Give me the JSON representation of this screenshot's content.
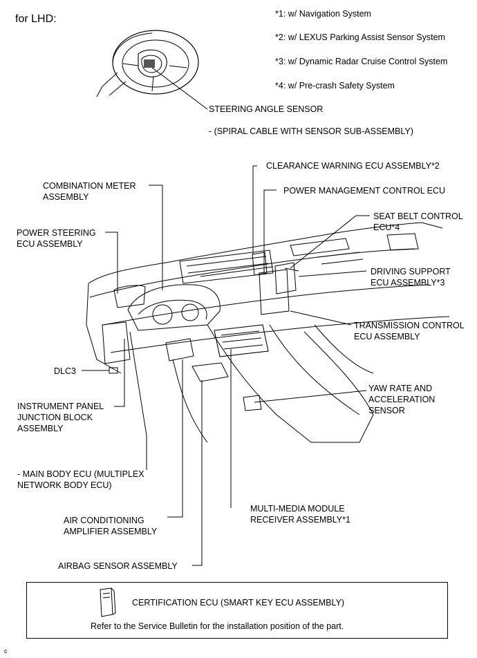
{
  "header": {
    "variant": "for LHD:",
    "notes": [
      "*1: w/ Navigation System",
      "*2: w/ LEXUS Parking Assist Sensor System",
      "*3: w/ Dynamic Radar Cruise Control System",
      "*4: w/ Pre-crash Safety System"
    ]
  },
  "labels": {
    "steering_angle_sensor": "STEERING ANGLE SENSOR",
    "spiral_cable": "- (SPIRAL CABLE WITH SENSOR SUB-ASSEMBLY)",
    "clearance_warning": "CLEARANCE WARNING ECU ASSEMBLY*2",
    "power_management": "POWER MANAGEMENT CONTROL ECU",
    "seat_belt_1": "SEAT BELT CONTROL",
    "seat_belt_2": "ECU*4",
    "combination_meter_1": "COMBINATION METER",
    "combination_meter_2": "ASSEMBLY",
    "power_steering_1": "POWER STEERING",
    "power_steering_2": "ECU ASSEMBLY",
    "driving_support_1": "DRIVING SUPPORT",
    "driving_support_2": "ECU ASSEMBLY*3",
    "transmission_1": "TRANSMISSION CONTROL",
    "transmission_2": "ECU ASSEMBLY",
    "dlc3": "DLC3",
    "yaw_rate_1": "YAW RATE AND",
    "yaw_rate_2": "ACCELERATION",
    "yaw_rate_3": "SENSOR",
    "ip_junction_1": "INSTRUMENT PANEL",
    "ip_junction_2": "JUNCTION BLOCK",
    "ip_junction_3": "ASSEMBLY",
    "main_body_1": "- MAIN BODY ECU (MULTIPLEX",
    "main_body_2": "NETWORK BODY ECU)",
    "air_con_1": "AIR CONDITIONING",
    "air_con_2": "AMPLIFIER ASSEMBLY",
    "multimedia_1": "MULTI-MEDIA MODULE",
    "multimedia_2": "RECEIVER ASSEMBLY*1",
    "airbag": "AIRBAG SENSOR ASSEMBLY"
  },
  "footer_box": {
    "certification": "CERTIFICATION ECU (SMART KEY ECU ASSEMBLY)",
    "note": "Refer to the Service Bulletin for the installation position of the part."
  },
  "corner_mark": "c"
}
